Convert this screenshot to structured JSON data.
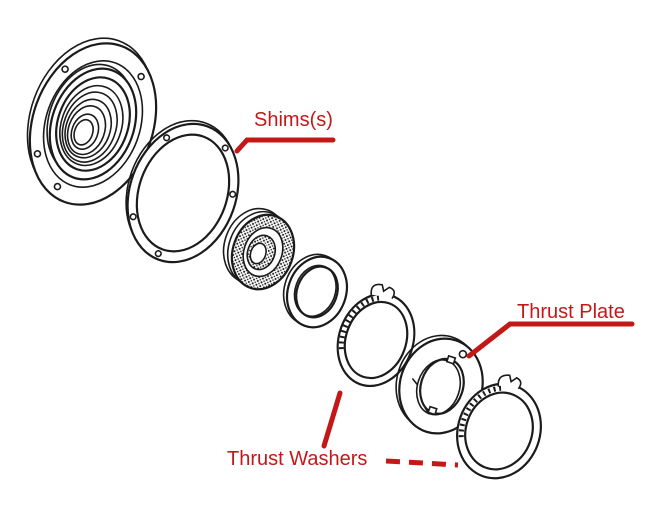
{
  "colors": {
    "background": "#ffffff",
    "line_art": "#1b1b1b",
    "annotation": "#c41818"
  },
  "labels": {
    "shims": "Shims(s)",
    "thrust_plate": "Thrust Plate",
    "thrust_washers": "Thrust Washers"
  },
  "parts": [
    "flanged-bearing-retainer-housing",
    "shim-ring",
    "bearing",
    "spacer-washer",
    "thrust-washer-front",
    "thrust-plate",
    "thrust-washer-rear"
  ]
}
